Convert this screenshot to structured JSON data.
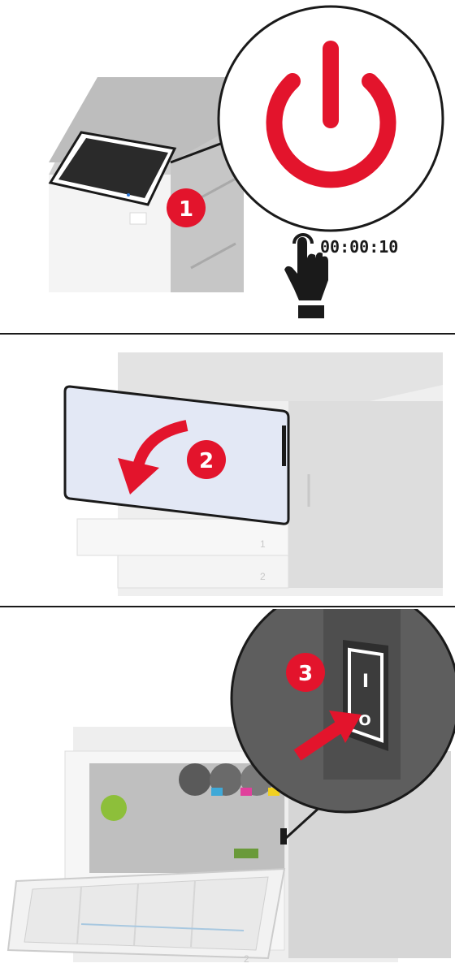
{
  "steps": [
    {
      "number": "1",
      "timer": "00:00:10"
    },
    {
      "number": "2"
    },
    {
      "number": "3",
      "switch_on": "I",
      "switch_off": "O"
    }
  ],
  "tray_labels": [
    "1",
    "2"
  ],
  "colors": {
    "accent_red": "#e3142c",
    "outline": "#1a1a1a",
    "printer_gray": "#c9c9c9",
    "door_blue": "#e3e8f5"
  },
  "icons": [
    "power-icon",
    "press-and-hold-hand-icon",
    "arrow-icon"
  ]
}
